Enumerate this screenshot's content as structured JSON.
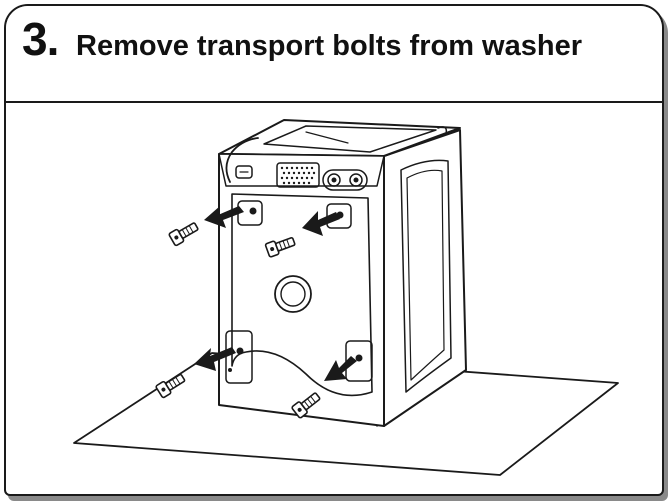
{
  "header": {
    "step_number": "3.",
    "title": "Remove transport bolts from washer"
  },
  "illustration": {
    "subject": "washer-rear-view",
    "bolt_count": 4,
    "icons": [
      "transport-bolt-icon",
      "removal-arrow-icon"
    ],
    "colors": {
      "line": "#1a1a1a",
      "fill": "#ffffff",
      "shadow": "#8a8a8a"
    }
  }
}
